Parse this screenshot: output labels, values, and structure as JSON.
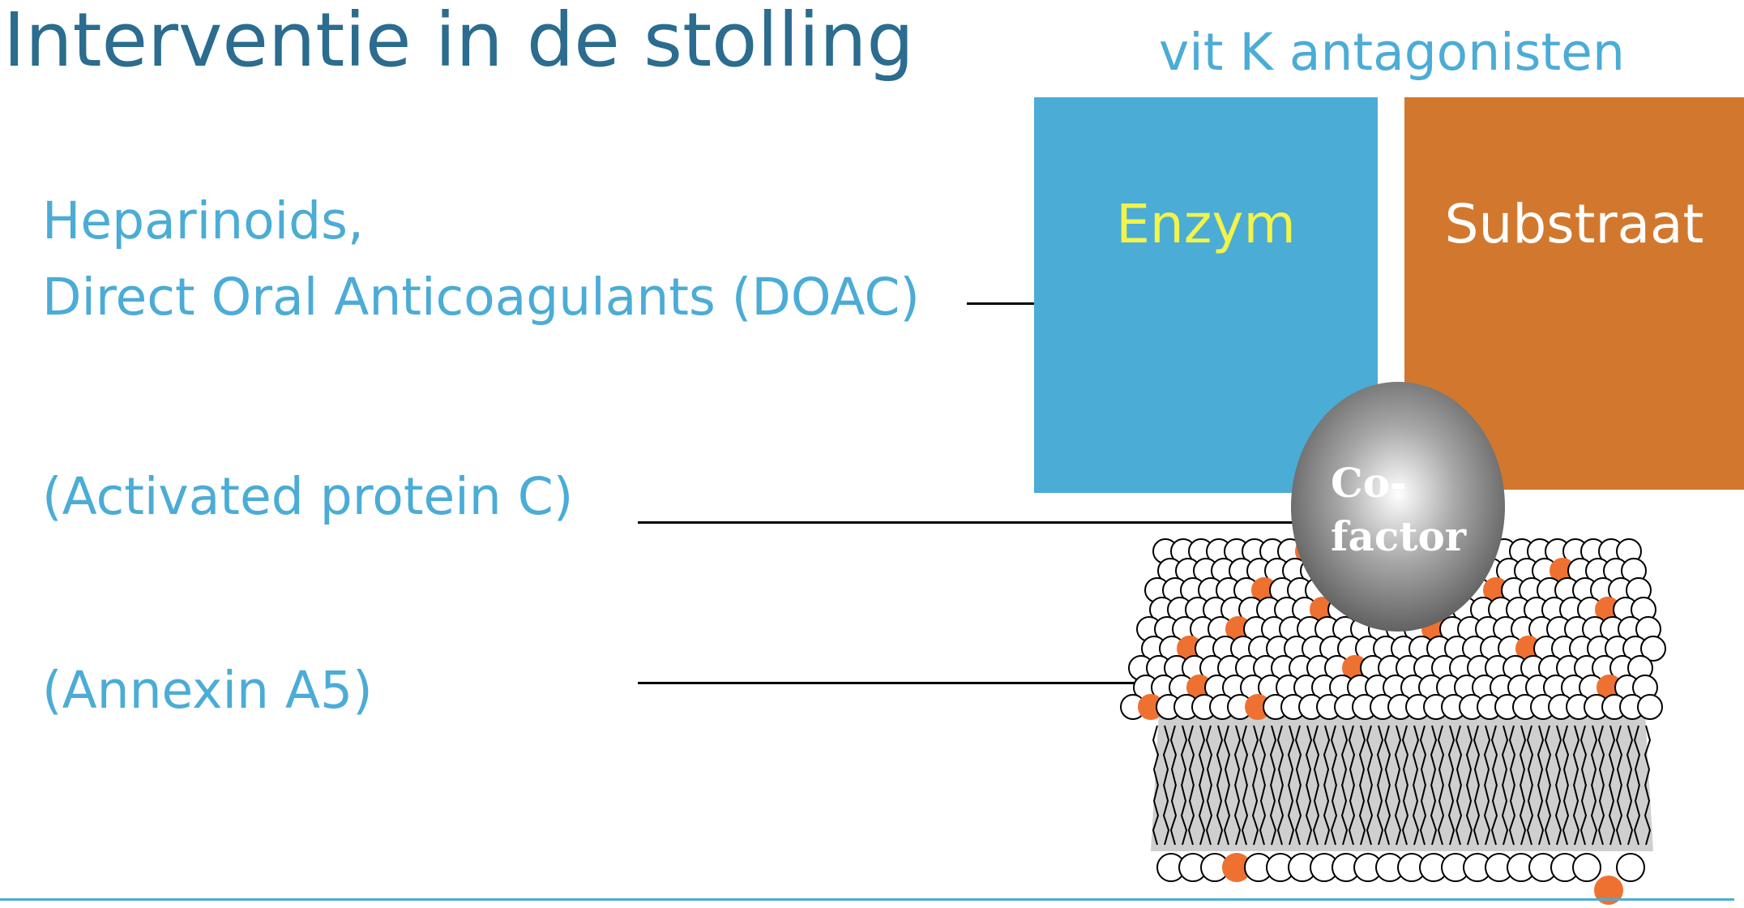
{
  "slide": {
    "title": "Interventie in de stolling",
    "vitk_label": "vit K antagonisten",
    "heparin_line1": "Heparinoids,",
    "heparin_line2": "Direct Oral Anticoagulants (DOAC)",
    "apc_label": "(Activated protein C)",
    "annexin_label": "(Annexin A5)"
  },
  "diagram": {
    "enzyme_label": "Enzym",
    "substrate_label": "Substraat",
    "cofactor_line1": "Co-",
    "cofactor_line2": "factor"
  },
  "colors": {
    "title": "#2B6C8F",
    "text_accent": "#4BACD6",
    "enzyme_box": "#4BACD6",
    "enzyme_text": "#F3F34A",
    "substrate_box": "#D2782E",
    "phospholipid_highlight": "#EE7132",
    "cofactor_sphere": "#6A6A6A"
  },
  "icons": {
    "membrane": "phospholipid-bilayer-illustration",
    "cofactor": "grey-sphere"
  }
}
